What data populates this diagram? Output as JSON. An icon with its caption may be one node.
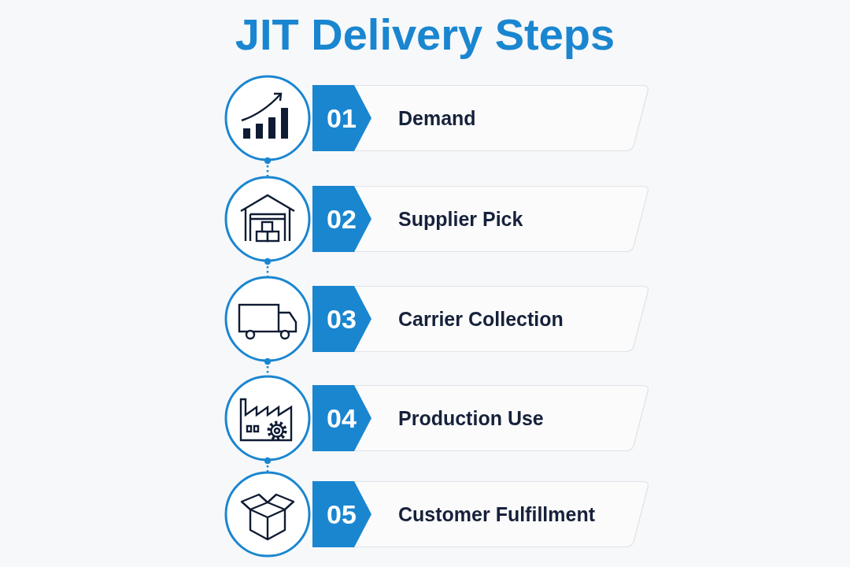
{
  "diagram": {
    "title": "JIT Delivery Steps",
    "nodes": [
      {
        "text": [],
        "shape": "circle"
      },
      {
        "text": [
          "01",
          "Demand"
        ]
      },
      {
        "text": [],
        "shape": "circle"
      },
      {
        "text": [
          "02",
          "Supplier Pick"
        ]
      },
      {
        "text": [],
        "shape": "circle"
      },
      {
        "text": [
          "03",
          "Carrier Collection"
        ]
      },
      {
        "text": [],
        "shape": "circle"
      },
      {
        "text": [
          "04",
          "Production Use"
        ]
      },
      {
        "text": [],
        "shape": "circle"
      },
      {
        "text": [
          "05",
          "Customer Fulfillment"
        ]
      }
    ],
    "edges": [
      {
        "from": 0,
        "to": 2,
        "arrow": "other",
        "style": "dashed"
      },
      {
        "from": 2,
        "to": 4,
        "arrow": "other",
        "style": "dashed"
      },
      {
        "from": 4,
        "to": 6,
        "arrow": "other",
        "style": "dashed"
      },
      {
        "from": 6,
        "to": 8,
        "arrow": "other",
        "style": "dashed"
      }
    ]
  }
}
